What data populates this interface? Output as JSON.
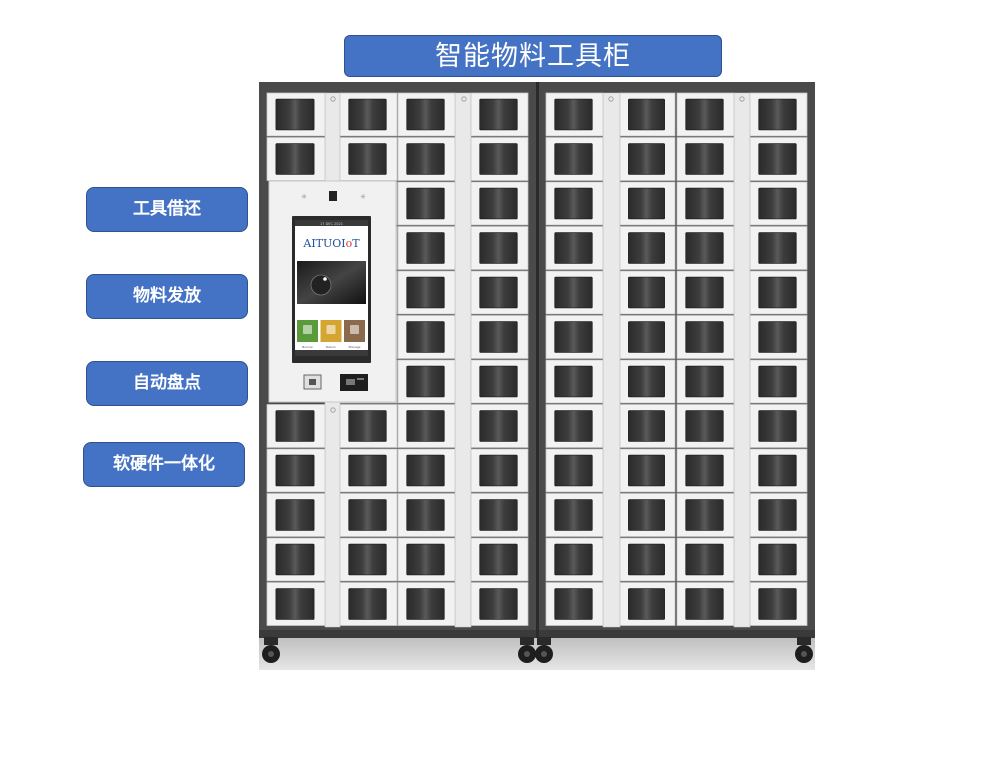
{
  "title": "智能物料工具柜",
  "features": [
    {
      "label": "工具借还"
    },
    {
      "label": "物料发放"
    },
    {
      "label": "自动盘点"
    },
    {
      "label": "软硬件一体化"
    }
  ],
  "screen": {
    "brand_prefix": "AITUOI",
    "brand_o": "o",
    "brand_suffix": "T",
    "top_bar": "17 DEC 2021",
    "tiles": [
      "Borrow",
      "Return",
      "Manage"
    ]
  },
  "colors": {
    "accent": "#4472c4",
    "accent_border": "#2f528f",
    "frame": "#4a4a4a",
    "door": "#f2f2f2",
    "window": "#333333",
    "brand_blue": "#1f4fa0",
    "brand_red": "#d6332b"
  }
}
